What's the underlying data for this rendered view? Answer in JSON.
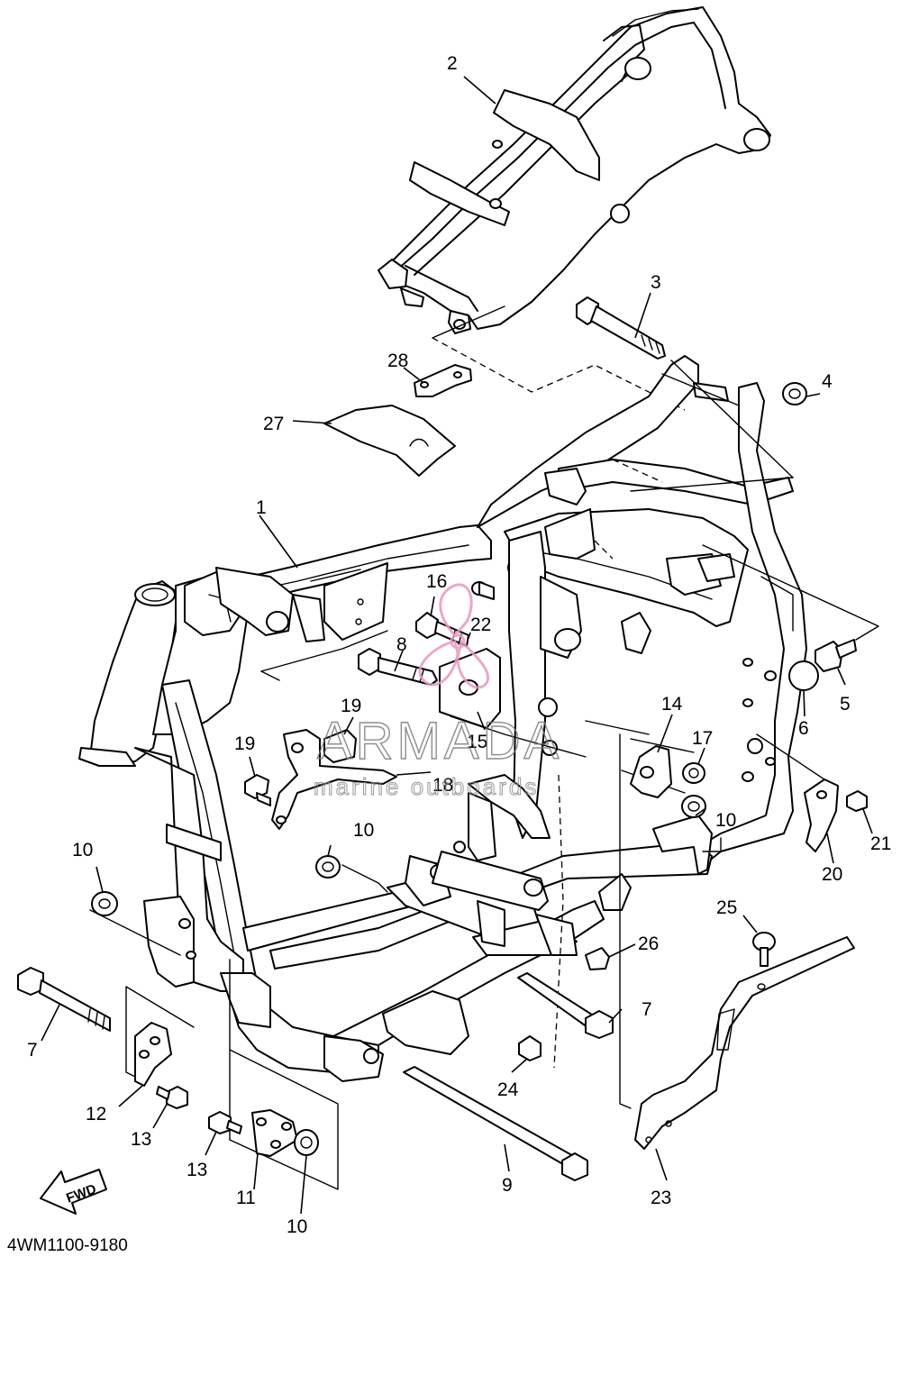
{
  "diagram": {
    "part_number": "4WM1100-9180",
    "direction_label": "FWD",
    "callouts": [
      {
        "id": "c1",
        "label": "1"
      },
      {
        "id": "c2",
        "label": "2"
      },
      {
        "id": "c3",
        "label": "3"
      },
      {
        "id": "c4",
        "label": "4"
      },
      {
        "id": "c5",
        "label": "5"
      },
      {
        "id": "c6",
        "label": "6"
      },
      {
        "id": "c7a",
        "label": "7"
      },
      {
        "id": "c7b",
        "label": "7"
      },
      {
        "id": "c8",
        "label": "8"
      },
      {
        "id": "c9",
        "label": "9"
      },
      {
        "id": "c10a",
        "label": "10"
      },
      {
        "id": "c10b",
        "label": "10"
      },
      {
        "id": "c10c",
        "label": "10"
      },
      {
        "id": "c10d",
        "label": "10"
      },
      {
        "id": "c11",
        "label": "11"
      },
      {
        "id": "c12",
        "label": "12"
      },
      {
        "id": "c13a",
        "label": "13"
      },
      {
        "id": "c13b",
        "label": "13"
      },
      {
        "id": "c14",
        "label": "14"
      },
      {
        "id": "c15",
        "label": "15"
      },
      {
        "id": "c16",
        "label": "16"
      },
      {
        "id": "c17",
        "label": "17"
      },
      {
        "id": "c18",
        "label": "18"
      },
      {
        "id": "c19a",
        "label": "19"
      },
      {
        "id": "c19b",
        "label": "19"
      },
      {
        "id": "c20",
        "label": "20"
      },
      {
        "id": "c21",
        "label": "21"
      },
      {
        "id": "c22",
        "label": "22"
      },
      {
        "id": "c23",
        "label": "23"
      },
      {
        "id": "c24",
        "label": "24"
      },
      {
        "id": "c25",
        "label": "25"
      },
      {
        "id": "c26",
        "label": "26"
      },
      {
        "id": "c27",
        "label": "27"
      },
      {
        "id": "c28",
        "label": "28"
      }
    ]
  },
  "watermark": {
    "brand": "ARMADA",
    "tagline": "marine outboards",
    "logo": "propeller-logo",
    "logo_color": "#e79bc0",
    "text_color": "#7a7a7a"
  }
}
